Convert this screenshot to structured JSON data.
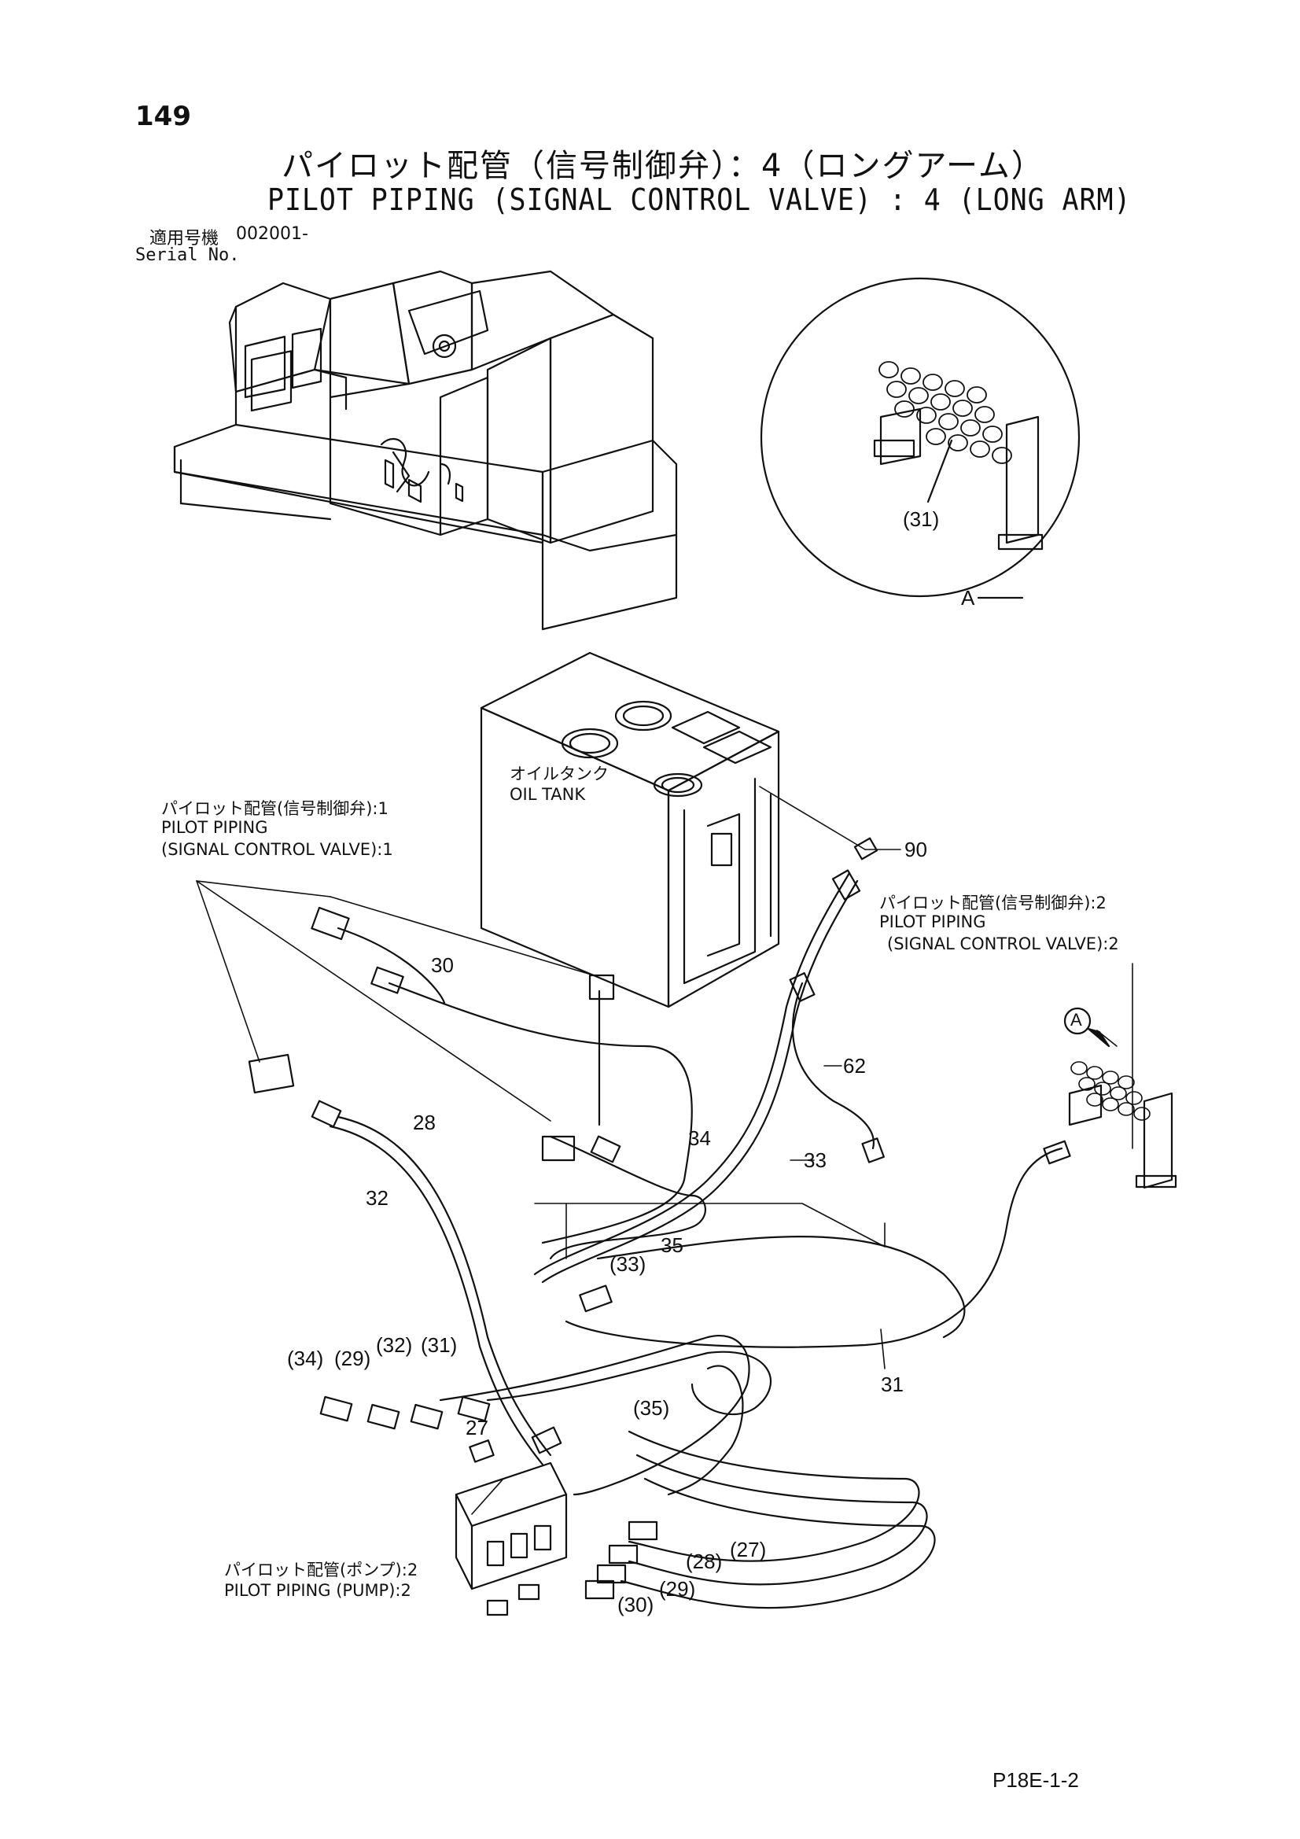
{
  "header": {
    "page_number": "149",
    "title_jp": "パイロット配管（信号制御弁）：4（ロングアーム）",
    "title_en": "PILOT PIPING (SIGNAL CONTROL VALVE) : 4 (LONG ARM)",
    "serial_label_jp": "適用号機",
    "serial_value": "002001-",
    "serial_label_en": "Serial No."
  },
  "labels": {
    "oil_tank_jp": "オイルタンク",
    "oil_tank_en": "OIL TANK",
    "ref1_jp": "パイロット配管(信号制御弁):1",
    "ref1_en1": "PILOT PIPING",
    "ref1_en2": "(SIGNAL CONTROL VALVE):1",
    "ref2_jp": "パイロット配管(信号制御弁):2",
    "ref2_en1": "PILOT PIPING",
    "ref2_en2": "(SIGNAL CONTROL VALVE):2",
    "pump_jp": "パイロット配管(ポンプ):2",
    "pump_en": "PILOT PIPING (PUMP):2",
    "detail_a": "A",
    "detail_a_circle": "A"
  },
  "callouts": {
    "c90": "90",
    "c30": "30",
    "c62": "62",
    "c28": "28",
    "c34": "34",
    "c33": "33",
    "c32": "32",
    "c35": "35",
    "c33p": "(33)",
    "c34p": "(34)",
    "c29p": "(29)",
    "c32p": "(32)",
    "c31p": "(31)",
    "c35p": "(35)",
    "c27": "27",
    "c31": "31",
    "c31detail": "(31)",
    "c27p": "(27)",
    "c28p": "(28)",
    "c29p2": "(29)",
    "c30p": "(30)"
  },
  "footer": {
    "page_code": "P18E-1-2"
  }
}
